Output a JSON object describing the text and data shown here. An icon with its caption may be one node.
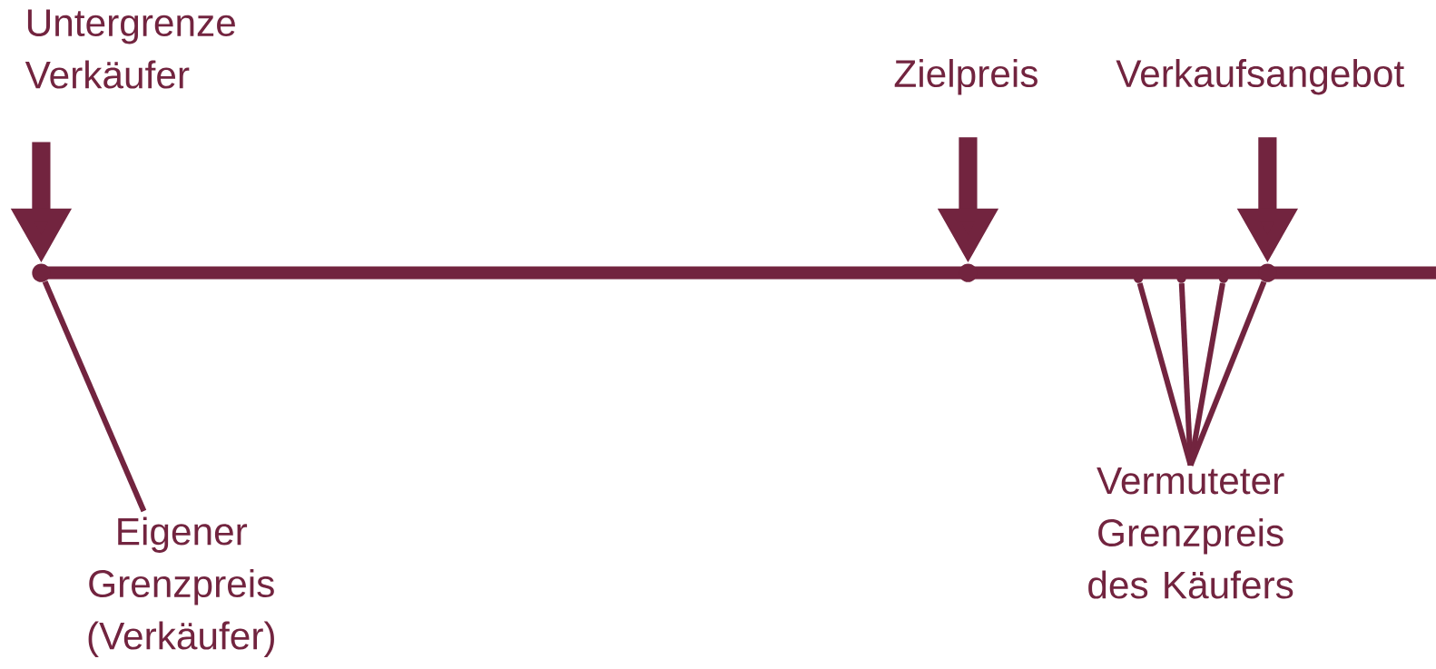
{
  "diagram": {
    "nodes": [
      {
        "text": [
          "Untergrenze Verkäufer"
        ]
      },
      {
        "text": [
          "Zielpreis"
        ]
      },
      {
        "text": [
          "Verkaufsangebot"
        ]
      },
      {
        "text": [],
        "shape": "circle"
      },
      {
        "text": [],
        "shape": "circle"
      },
      {
        "text": [],
        "shape": "circle"
      },
      {
        "text": [],
        "shape": "circle"
      },
      {
        "text": [],
        "shape": "circle"
      },
      {
        "text": [],
        "shape": "circle"
      },
      {
        "text": [
          "Eigener Grenzpreis (Verkäufer)"
        ]
      },
      {
        "text": [
          "Vermuteter Grenzpreis des Käufers"
        ]
      }
    ],
    "edges": [
      {
        "from": 0,
        "to": 3,
        "arrow": "to",
        "style": "thick"
      },
      {
        "from": 1,
        "to": 4,
        "arrow": "to",
        "style": "thick"
      },
      {
        "from": 2,
        "to": 8,
        "arrow": "to",
        "style": "thick"
      },
      {
        "from": 9,
        "to": 3,
        "arrow": "none"
      },
      {
        "from": 10,
        "to": 5,
        "arrow": "none"
      },
      {
        "from": 10,
        "to": 6,
        "arrow": "none"
      },
      {
        "from": 10,
        "to": 7,
        "arrow": "none"
      },
      {
        "from": 10,
        "to": 8,
        "arrow": "none"
      }
    ]
  }
}
